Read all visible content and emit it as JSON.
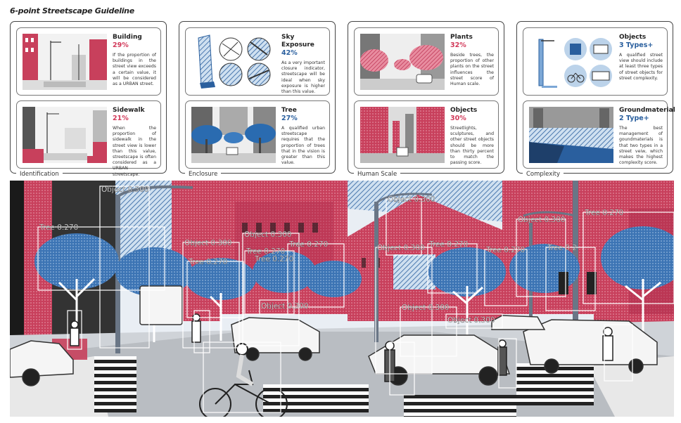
{
  "title": "6-point Streetscape Guideline",
  "colors": {
    "red": "#d23a5a",
    "blue": "#2a5f9e"
  },
  "groups": [
    {
      "label": "Identification"
    },
    {
      "label": "Enclosure"
    },
    {
      "label": "Human Scale"
    },
    {
      "label": "Complexity"
    }
  ],
  "cards": {
    "building": {
      "name": "Building",
      "value": "29%",
      "desc": "If the proportion of buildings in the street view exceeds a certain value, it will be considered as a URBAN street."
    },
    "sidewalk": {
      "name": "Sidewalk",
      "value": "21%",
      "desc": "When the proportion of sidewalk in the street view is lower than this value, streetscape is often considered as a URBAN streetscape."
    },
    "sky": {
      "name": "Sky Exposure",
      "value": "42%",
      "desc": "As a very important closure indicator, streetscape will be ideal when sky exposure is higher than this value."
    },
    "tree": {
      "name": "Tree",
      "value": "27%",
      "desc": "A qualified urban streetscape requires that the proportion of trees that in the vision is greater than this value."
    },
    "plants": {
      "name": "Plants",
      "value": "32%",
      "desc": "Beside trees, the proportion of other plants on the street influences the street score of Human scale."
    },
    "objects_hs": {
      "name": "Objects",
      "value": "30%",
      "desc": "Streetlights, sculptures, and other street objects should be more than thirty percent to match the passing score."
    },
    "objects_cx": {
      "name": "Objects",
      "value": "3 Types+",
      "desc": "A qualified street view should include at least three types of street objects for street complexity."
    },
    "ground": {
      "name": "Groundmaterial",
      "value": "2 Type+",
      "desc": "The best management of goundmaterials is that two types in a street veiw, which makes the highest complexity score."
    }
  },
  "detections": [
    {
      "label": "Object 0.300"
    },
    {
      "label": "Tree 0.270"
    },
    {
      "label": "Object 0.300"
    },
    {
      "label": "Object 0.300"
    },
    {
      "label": "Tree 0.270"
    },
    {
      "label": "Tree 0.270"
    },
    {
      "label": "Object 0.300"
    },
    {
      "label": "Object 0.300"
    },
    {
      "label": "Tree 0.270"
    },
    {
      "label": "Tree 0.270"
    },
    {
      "label": "Tree 0.270"
    },
    {
      "label": "Object 0.300"
    },
    {
      "label": "Tree 0.270"
    },
    {
      "label": "Object 0.300"
    },
    {
      "label": "Object 0.300"
    },
    {
      "label": "Object 0.300"
    },
    {
      "label": "Tree 0.2"
    },
    {
      "label": "Tree 0.270"
    }
  ]
}
